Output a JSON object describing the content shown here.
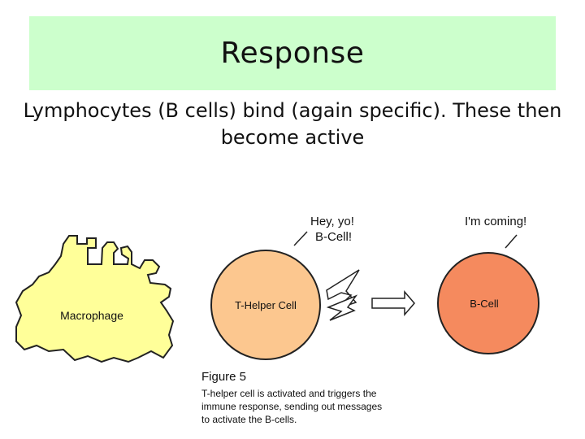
{
  "slide": {
    "title": "Response",
    "subtitle": "Lymphocytes (B cells) bind (again specific). These then become active"
  },
  "diagram": {
    "macrophage_label": "Macrophage",
    "t_helper_label": "T-Helper Cell",
    "b_cell_label": "B-Cell",
    "t_helper_speech": [
      "Hey, yo!",
      "B-Cell!"
    ],
    "b_cell_speech": "I'm coming!",
    "figure_title": "Figure 5",
    "figure_text": [
      "T-helper cell is activated and triggers the",
      "immune response, sending out messages",
      "to activate the B-cells."
    ],
    "colors": {
      "title_bg": "#ccffcc",
      "macrophage_fill": "#ffff99",
      "t_helper_fill": "#fcc78f",
      "b_cell_fill": "#f58a5e",
      "outline": "#222222"
    }
  }
}
